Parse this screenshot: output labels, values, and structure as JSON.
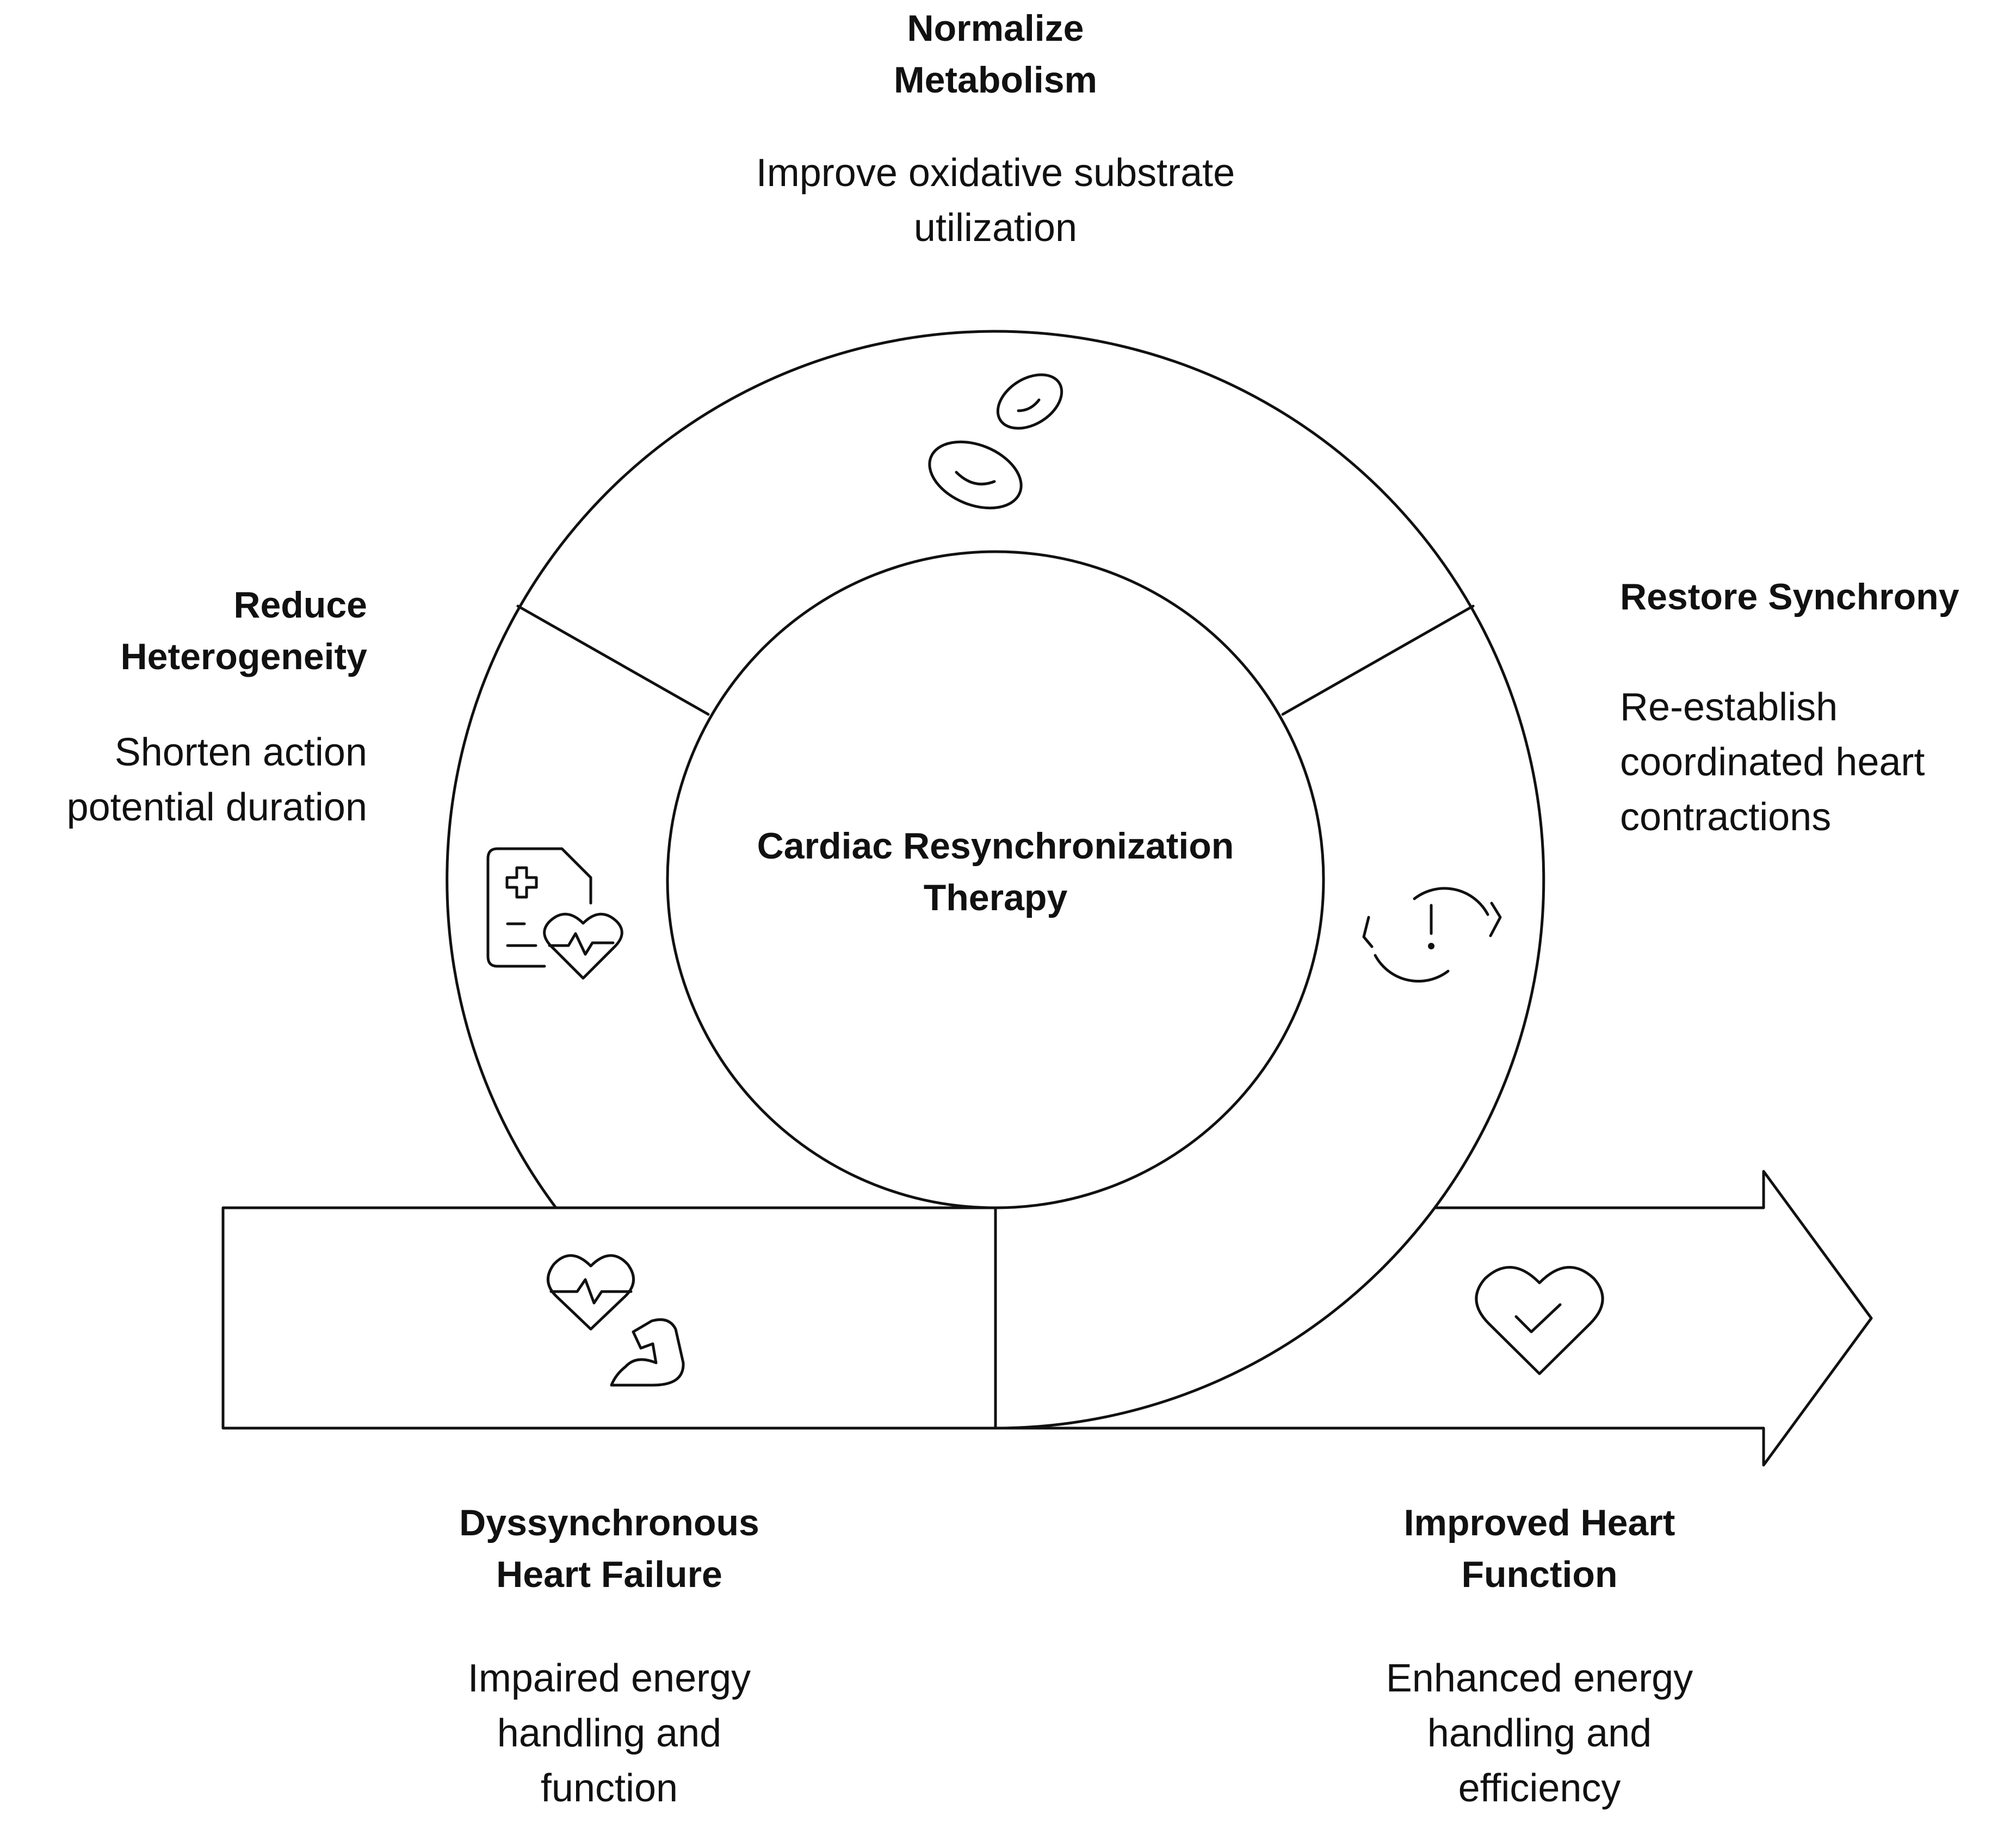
{
  "center": {
    "label": "Cardiac Resynchronization Therapy"
  },
  "stages": {
    "normalize_metabolism": {
      "title": "Normalize Metabolism",
      "description": "Improve oxidative substrate utilization",
      "icon": "red-blood-cells-icon"
    },
    "reduce_heterogeneity": {
      "title": "Reduce Heterogeneity",
      "description": "Shorten action potential duration",
      "icon": "medical-report-heart-icon"
    },
    "restore_synchrony": {
      "title": "Restore Synchrony",
      "description": "Re-establish coordinated heart contractions",
      "icon": "sync-alert-icon"
    },
    "dyssynchronous_heart_failure": {
      "title": "Dyssynchronous Heart Failure",
      "description": "Impaired energy handling and function",
      "icon": "heart-pulse-muscle-icon"
    },
    "improved_heart_function": {
      "title": "Improved Heart Function",
      "description": "Enhanced energy handling and efficiency",
      "icon": "heart-check-icon"
    }
  },
  "colors": {
    "stroke": "#111111",
    "background": "#ffffff"
  }
}
